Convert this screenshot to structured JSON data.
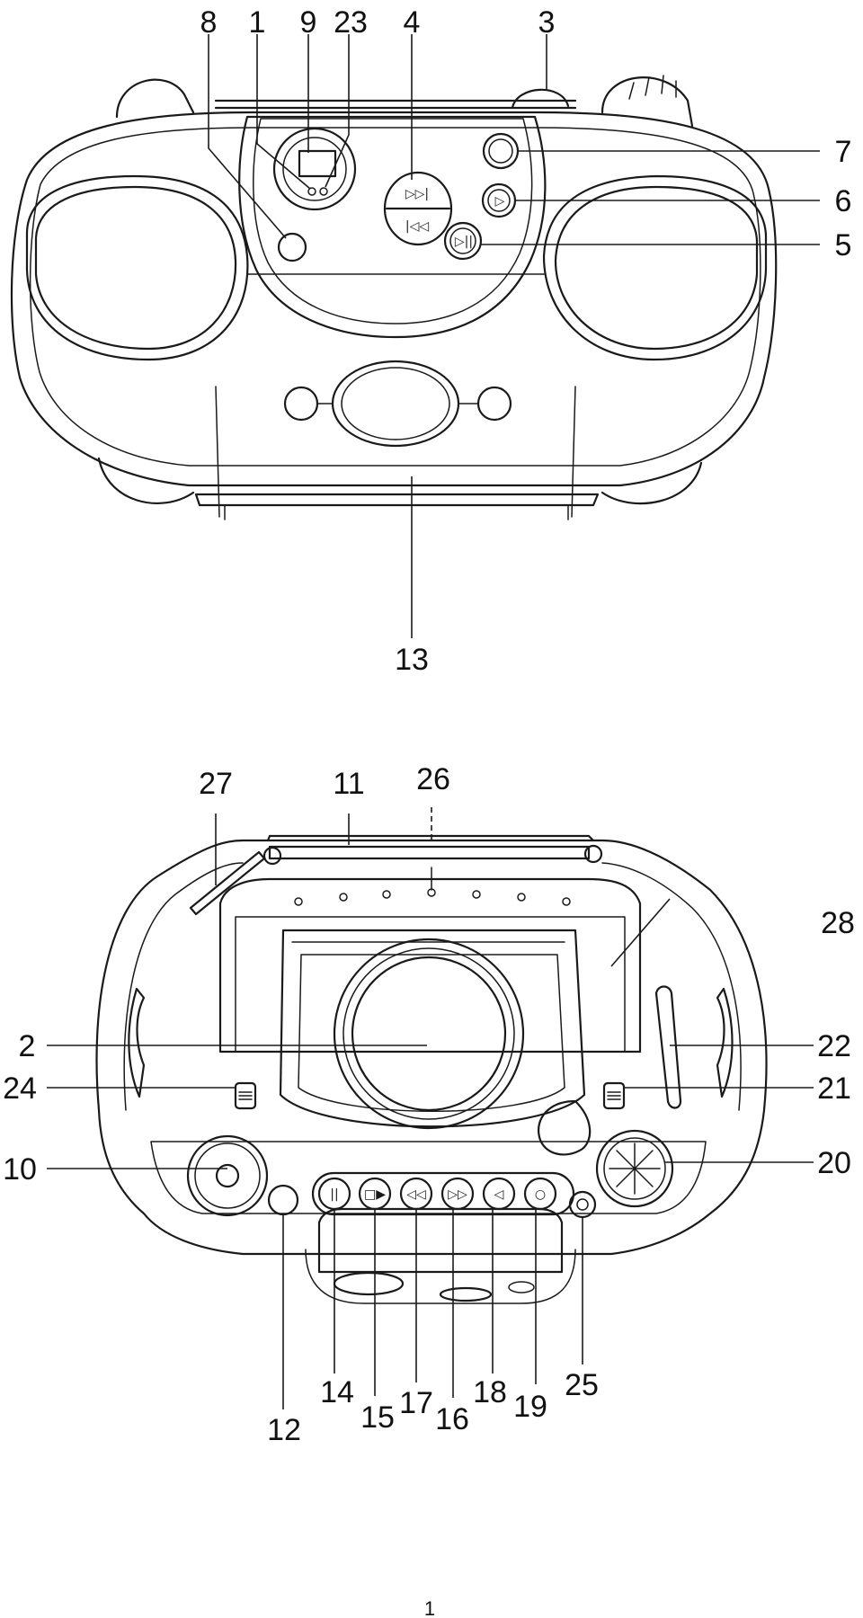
{
  "front_view": {
    "callouts": {
      "c8": "8",
      "c1": "1",
      "c9": "9",
      "c23": "23",
      "c4": "4",
      "c3": "3",
      "c7": "7",
      "c6": "6",
      "c5": "5",
      "c13": "13"
    },
    "button_symbols": {
      "skip_forward": "▷▷|",
      "skip_back": "|◁◁",
      "play_pause": "▷||",
      "play": "▷"
    }
  },
  "top_view": {
    "callouts": {
      "c27": "27",
      "c11": "11",
      "c26": "26",
      "c28": "28",
      "c2": "2",
      "c22": "22",
      "c24": "24",
      "c21": "21",
      "c10": "10",
      "c20": "20",
      "c12": "12",
      "c14": "14",
      "c15": "15",
      "c17": "17",
      "c16": "16",
      "c18": "18",
      "c19": "19",
      "c25": "25"
    },
    "button_symbols": {
      "pause": "||",
      "stop_eject": "□▶",
      "rewind": "◁◁",
      "fast_forward": "▷▷",
      "play": "◁",
      "record": "○"
    }
  },
  "page_number": "1"
}
